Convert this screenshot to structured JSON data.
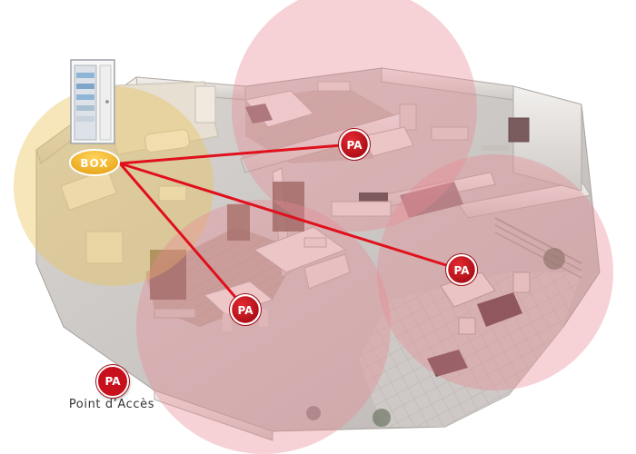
{
  "box": {
    "label": "BOX",
    "color": "#f0b41e"
  },
  "access_points": [
    {
      "label": "PA"
    },
    {
      "label": "PA"
    },
    {
      "label": "PA"
    }
  ],
  "legend": {
    "symbol": "PA",
    "label": "Point d’Accès"
  },
  "colors": {
    "accent_red": "#c8101c",
    "coverage_red": "#e88a92",
    "coverage_yellow": "#e9c45a",
    "link_line": "#e0101c"
  }
}
